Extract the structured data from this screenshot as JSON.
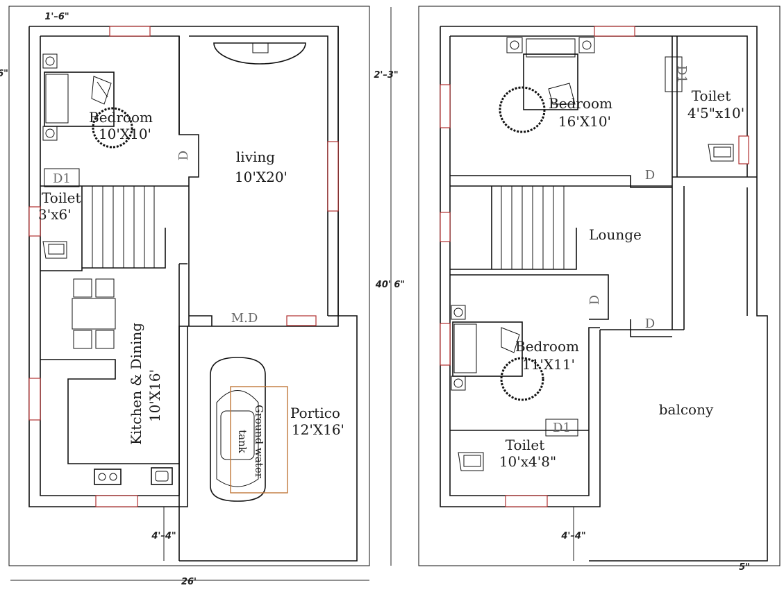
{
  "ground_floor": {
    "rooms": {
      "bedroom_name": "Bedroom",
      "bedroom_size": "10'X10'",
      "living_name": "living",
      "living_size": "10'X20'",
      "toilet_name": "Toilet",
      "toilet_size": "3'x6'",
      "kitchen_name": "Kitchen & Dining",
      "kitchen_size": "10'X16'",
      "portico_name": "Portico",
      "portico_size": "12'X16'",
      "tank_line1": "Ground water",
      "tank_line2": "tank"
    },
    "tags": {
      "door": "D",
      "door_d1": "D1",
      "main_door": "M.D"
    },
    "dimensions": {
      "top_offset": "1'–6\"",
      "left_offset": "6\"",
      "right_offset": "2'–3\"",
      "bottom_gap": "4'–4\"",
      "overall_width": "26'",
      "overall_depth": "40' 6\""
    }
  },
  "first_floor": {
    "rooms": {
      "bedroom1_name": "Bedroom",
      "bedroom1_size": "16'X10'",
      "toilet1_name": "Toilet",
      "toilet1_size": "4'5\"x10'",
      "lounge_name": "Lounge",
      "bedroom2_name": "Bedroom",
      "bedroom2_size": "11'X11'",
      "toilet2_name": "Toilet",
      "toilet2_size": "10'x4'8\"",
      "balcony_name": "balcony"
    },
    "tags": {
      "door": "D",
      "door_d1": "D1"
    },
    "dimensions": {
      "bottom_gap": "4'–4\"",
      "corner": "5\""
    }
  },
  "colors": {
    "wall": "#111111",
    "window": "#b03030",
    "tank": "#c0783a"
  }
}
